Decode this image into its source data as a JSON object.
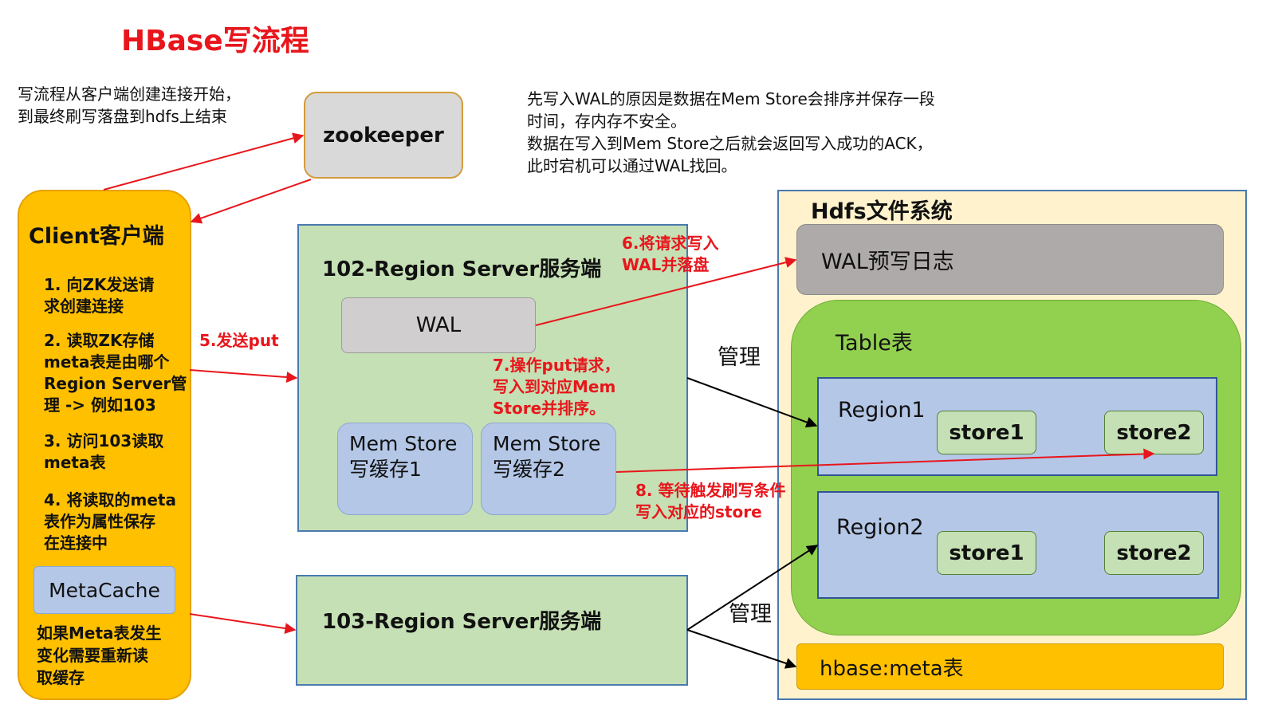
{
  "title": "HBase写流程",
  "intro_note": [
    "写流程从客户端创建连接开始，",
    "到最终刷写落盘到hdfs上结束"
  ],
  "wal_note": [
    "先写入WAL的原因是数据在Mem Store会排序并保存一段",
    "时间，存内存不安全。",
    "数据在写入到Mem Store之后就会返回写入成功的ACK，",
    "此时宕机可以通过WAL找回。"
  ],
  "zookeeper": "zookeeper",
  "client": {
    "title": "Client客户端",
    "steps": [
      [
        "1. 向ZK发送请",
        "求创建连接"
      ],
      [
        "2. 读取ZK存储",
        "meta表是由哪个",
        "Region Server管",
        "理 -> 例如103"
      ],
      [
        "3. 访问103读取",
        "meta表"
      ],
      [
        "4. 将读取的meta",
        "表作为属性保存",
        "在连接中"
      ]
    ],
    "metacache": "MetaCache",
    "note": [
      "如果Meta表发生",
      "变化需要重新读",
      "取缓存"
    ]
  },
  "rs102": {
    "title": "102-Region Server服务端",
    "wal": "WAL",
    "mem1": [
      "Mem Store",
      "写缓存1"
    ],
    "mem2": [
      "Mem Store",
      "写缓存2"
    ]
  },
  "rs103": {
    "title": "103-Region Server服务端"
  },
  "hdfs": {
    "title": "Hdfs文件系统",
    "walog": "WAL预写日志",
    "table": "Table表",
    "region1": "Region1",
    "region2": "Region2",
    "store1": "store1",
    "store2": "store2",
    "meta": "hbase:meta表"
  },
  "labels": {
    "send_put": "5.发送put",
    "write_wal": [
      "6.将请求写入",
      "WAL并落盘"
    ],
    "op_put": [
      "7.操作put请求，",
      "写入到对应Mem",
      "Store并排序。"
    ],
    "flush": [
      "8. 等待触发刷写条件",
      "写入对应的store"
    ],
    "manage": "管理"
  },
  "colors": {
    "red": "#e8161c",
    "client": "#ffc000",
    "server": "#c5e0b4",
    "hdfs": "#fff2cc",
    "table": "#92d050",
    "region": "#b4c7e7"
  }
}
